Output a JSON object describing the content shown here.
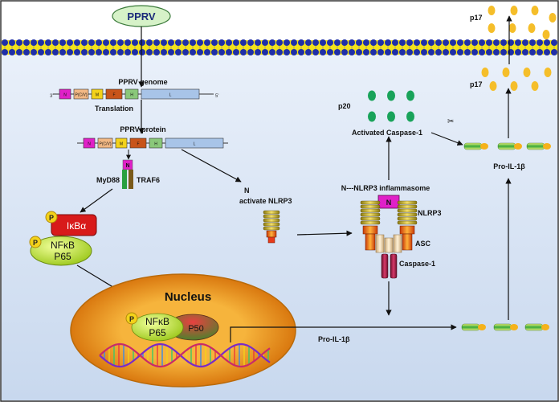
{
  "virus": {
    "label": "PPRV"
  },
  "genome": {
    "title": "PPRV genome",
    "five_prime": "3'",
    "three_prime": "5'",
    "segments": [
      "N",
      "P(C/V)",
      "M",
      "F",
      "H",
      "L"
    ]
  },
  "translation_label": "Translation",
  "protein": {
    "title": "PPRV protein",
    "segments": [
      "N",
      "P(C/V)",
      "M",
      "F",
      "H",
      "L"
    ]
  },
  "adaptors": {
    "n_label": "N",
    "myd88": "MyD88",
    "traf6": "TRAF6"
  },
  "ikba": {
    "label": "IκBα",
    "phospho": "P"
  },
  "nfkb": {
    "line1": "NFκB",
    "line2": "P65",
    "phospho": "P"
  },
  "nucleus": {
    "title": "Nucleus",
    "nfkb_line1": "NFκB",
    "nfkb_line2": "P65",
    "p50": "P50",
    "phospho": "P"
  },
  "activate": {
    "n_label": "N",
    "text": "activate NLRP3"
  },
  "inflammasome": {
    "title": "N---NLRP3 inflammasome",
    "n_box": "N",
    "nlrp3": "NLRP3",
    "asc": "ASC",
    "caspase": "Caspase-1"
  },
  "p20": {
    "label": "p20"
  },
  "activated_caspase": {
    "label": "Activated Caspase-1"
  },
  "pro_il_top": {
    "label": "Pro-IL-1β"
  },
  "pro_il_bottom": {
    "label": "Pro-IL-1β"
  },
  "p17_inside": {
    "label": "p17"
  },
  "p17_outside": {
    "label": "p17"
  },
  "colors": {
    "membrane_head": "#1f2fa8",
    "membrane_tail": "#f2e21a",
    "cytoplasm": "#dbe6f4",
    "nucleus": "#e8901a",
    "nucleus_inner": "#f3b13a",
    "green_dot": "#19a35a",
    "yellow_dot": "#f5be2a",
    "ikba": "#d01818",
    "nfkb": "#c8e83a"
  }
}
